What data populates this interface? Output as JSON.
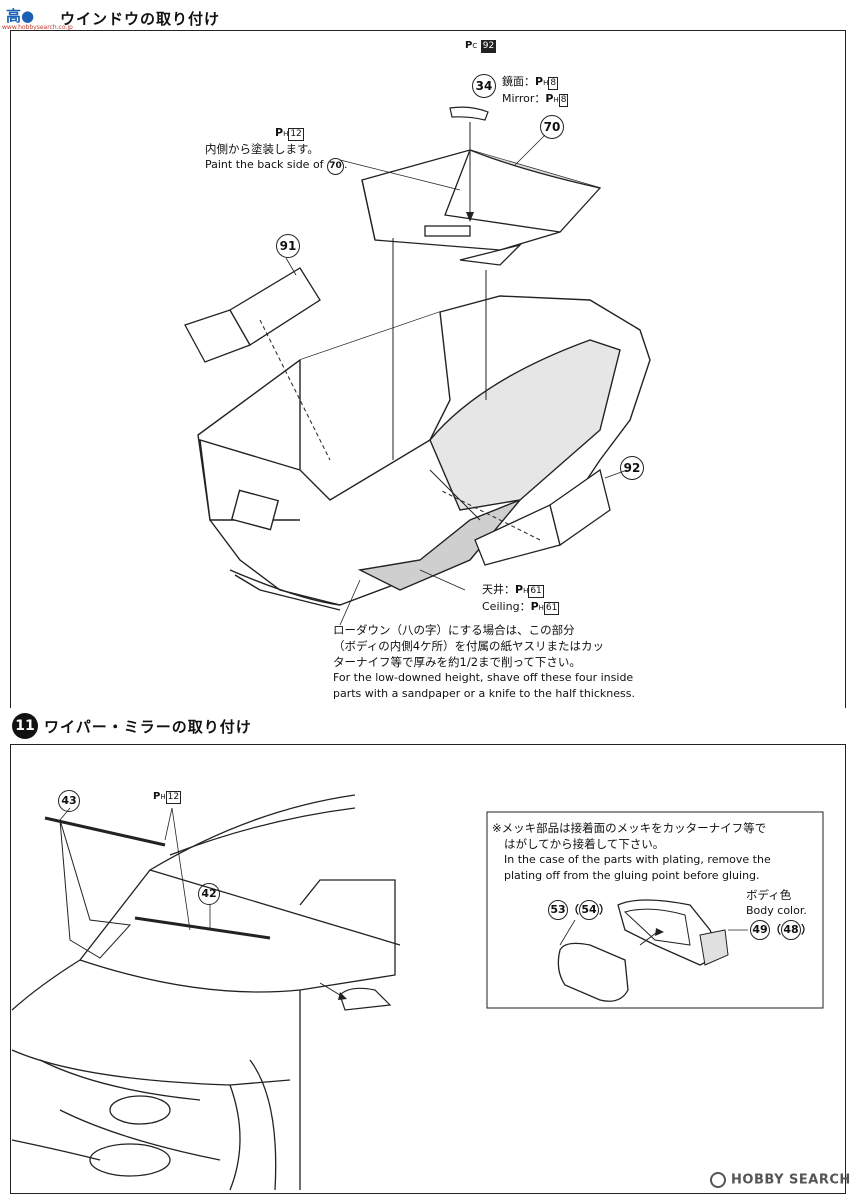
{
  "step10": {
    "title": "ウインドウの取り付け",
    "pc_label": "P",
    "pc_sub": "C",
    "pc_num": "92",
    "mirror_part": "34",
    "mirror_jp": "鏡面：",
    "mirror_en": "Mirror：",
    "mirror_ph_sub": "H",
    "mirror_ph_num": "8",
    "part70": "70",
    "paint_ph_sub": "H",
    "paint_ph_num": "12",
    "paint_jp": "内側から塗装します。",
    "paint_en": "Paint the back side of",
    "paint_ref": "70",
    "part91": "91",
    "part92": "92",
    "ceiling_jp": "天井：",
    "ceiling_en": "Ceiling：",
    "ceiling_ph_sub": "H",
    "ceiling_ph_num": "61",
    "note_jp_1": "ローダウン（八の字）にする場合は、この部分",
    "note_jp_2": "（ボディの内側4ケ所）を付属の紙ヤスリまたはカッ",
    "note_jp_3": "ターナイフ等で厚みを約1/2まで削って下さい。",
    "note_en_1": "For the low-downed height, shave off these four inside",
    "note_en_2": "parts with a sandpaper or a knife to the half thickness."
  },
  "step11": {
    "number": "11",
    "title": "ワイパー・ミラーの取り付け",
    "part43": "43",
    "part42": "42",
    "wiper_ph_sub": "H",
    "wiper_ph_num": "12",
    "plating_jp_1": "※メッキ部品は接着面のメッキをカッターナイフ等で",
    "plating_jp_2": "はがしてから接着して下さい。",
    "plating_en_1": "In the case of the parts with plating, remove the",
    "plating_en_2": "plating off from the gluing point before gluing.",
    "part53": "53",
    "part54": "54",
    "body_color_jp": "ボディ色",
    "body_color_en": "Body color.",
    "part49": "49",
    "part48": "48"
  },
  "watermark": {
    "site_top": "www.hobbysearch.co.jp",
    "site_brand": "HOBBY SEARCH"
  }
}
